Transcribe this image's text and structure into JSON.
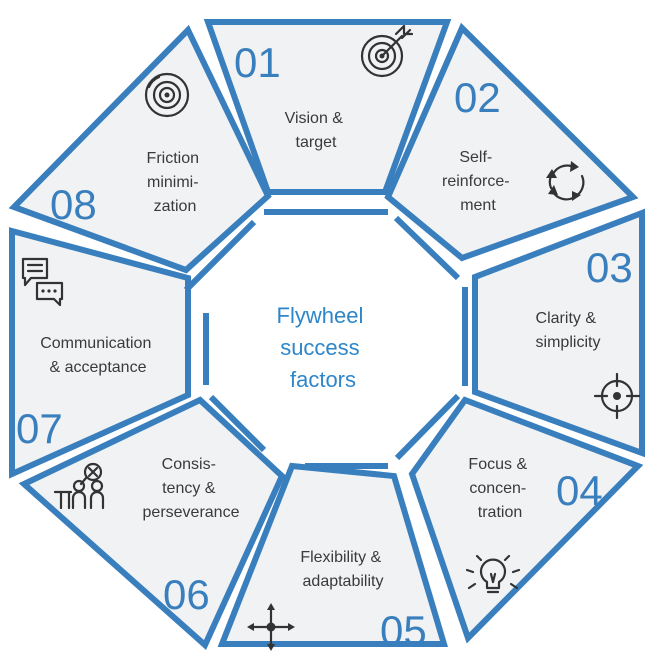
{
  "center": {
    "lines": [
      "Flywheel",
      "success",
      "factors"
    ]
  },
  "segments": [
    {
      "number": "01",
      "lines": [
        "Vision &",
        "target"
      ],
      "icon": "target-icon"
    },
    {
      "number": "02",
      "lines": [
        "Self-",
        "reinforce-",
        "ment"
      ],
      "icon": "cycle-arrows-icon"
    },
    {
      "number": "03",
      "lines": [
        "Clarity &",
        "simplicity"
      ],
      "icon": "crosshair-icon"
    },
    {
      "number": "04",
      "lines": [
        "Focus &",
        "concen-",
        "tration"
      ],
      "icon": "lightbulb-icon"
    },
    {
      "number": "05",
      "lines": [
        "Flexibility &",
        "adaptability"
      ],
      "icon": "move-arrows-icon"
    },
    {
      "number": "06",
      "lines": [
        "Consis-",
        "tency &",
        "perseverance"
      ],
      "icon": "team-icon"
    },
    {
      "number": "07",
      "lines": [
        "Communication",
        "& acceptance"
      ],
      "icon": "chat-bubbles-icon"
    },
    {
      "number": "08",
      "lines": [
        "Friction",
        "minimi-",
        "zation"
      ],
      "icon": "disc-icon"
    }
  ],
  "colors": {
    "accent": "#3a7fbd",
    "center_text": "#2e86c9",
    "segment_fill": "#f1f2f4",
    "text": "#3a3a3a"
  }
}
